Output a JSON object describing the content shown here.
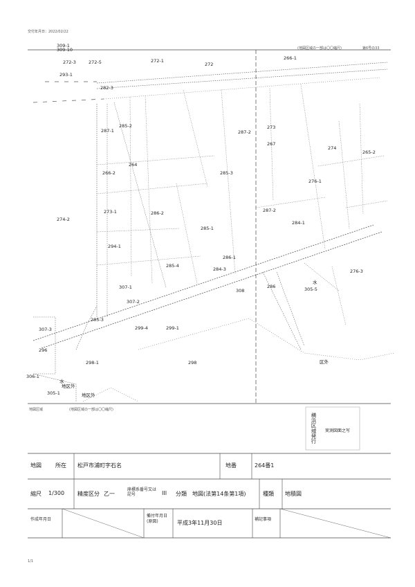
{
  "header": {
    "issue_date": "交付年月日：2022/02/22",
    "bracket_note": "(地図区域の一部は〇〇縮尺)",
    "sheet_ref": "第6号の33"
  },
  "map": {
    "lot_numbers": [
      "309-1",
      "309-10",
      "272-3",
      "272-5",
      "272-1",
      "272",
      "266-1",
      "293-1",
      "282-3",
      "287-1",
      "285-2",
      "287-2",
      "273",
      "267",
      "274",
      "265-2",
      "264",
      "285-3",
      "276-1",
      "266-2",
      "287-2",
      "273-1",
      "286-2",
      "285-1",
      "284-1",
      "274-2",
      "294-1",
      "286-1",
      "276-3",
      "285-4",
      "284-3",
      "308",
      "305-5",
      "307-1",
      "307-2",
      "286",
      "285-3",
      "307-3",
      "296",
      "298-1",
      "298",
      "306-1",
      "305-1",
      "299-4",
      "299-1"
    ],
    "area_labels": [
      "地区外",
      "地区外",
      "区外"
    ],
    "water_labels": [
      "水",
      "水"
    ],
    "bottom_notes": [
      "地図区域",
      "(地図区域の一部は〇〇縮尺)"
    ]
  },
  "stamp": {
    "vertical_text": "横浜区域発行",
    "horizontal_text": "実測図面之写"
  },
  "info_table": {
    "location_label": "所在",
    "location_prefix": "地図",
    "location_value": "松戸市浦町字石名",
    "lot_label": "地番",
    "lot_value": "264番1",
    "scale_label": "縮尺",
    "scale_value": "1/300",
    "precision_label": "精度区分",
    "precision_value": "乙一",
    "coord_label": "座標系番号又は記号",
    "coord_value": "III",
    "type_label": "分類",
    "type_value": "地図(法第14条第1項)",
    "kind_label": "種類",
    "kind_value": "地積図",
    "author_label": "作成年月日",
    "remark_label": "備付年月日(原図)",
    "remark_value": "平成3年11月30日",
    "fix_label": "補記事項"
  },
  "footer": {
    "page": "1/1"
  }
}
